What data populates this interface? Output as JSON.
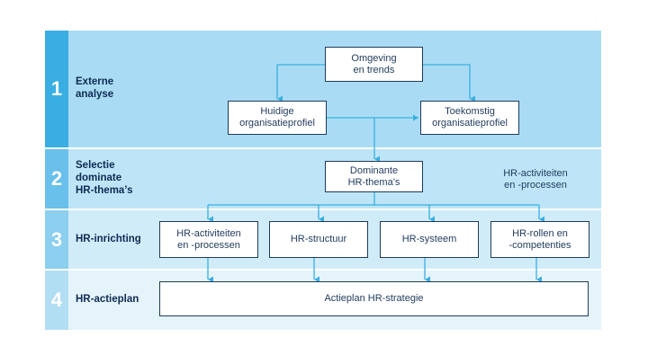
{
  "colors": {
    "band1": "#a9dcf4",
    "band2": "#bde5f7",
    "band3": "#d1ecf9",
    "band4": "#e5f4fb",
    "num1": "#3aaee2",
    "num2": "#69c0ea",
    "num3": "#8ccfef",
    "num4": "#b2def4",
    "arrow": "#3aaee2",
    "box_border": "#1f3a5c",
    "label": "#0f2a52"
  },
  "bands": [
    {
      "number": "1",
      "label": "Externe\nanalyse"
    },
    {
      "number": "2",
      "label": "Selectie\ndominate\nHR-thema’s"
    },
    {
      "number": "3",
      "label": "HR-inrichting"
    },
    {
      "number": "4",
      "label": "HR-actieplan"
    }
  ],
  "boxes": {
    "omgeving": "Omgeving\nen trends",
    "huidige": "Huidige\norganisatieprofiel",
    "toekomstig": "Toekomstig\norganisatieprofiel",
    "dominante": "Dominante\nHR-thema’s",
    "hr_activiteiten": "HR-activiteiten\nen -processen",
    "hr_structuur": "HR-structuur",
    "hr_systeem": "HR-systeem",
    "hr_rollen": "HR-rollen en\n-competenties",
    "actieplan": "Actieplan HR-strategie"
  },
  "side_note": "HR-activiteiten\nen -processen"
}
